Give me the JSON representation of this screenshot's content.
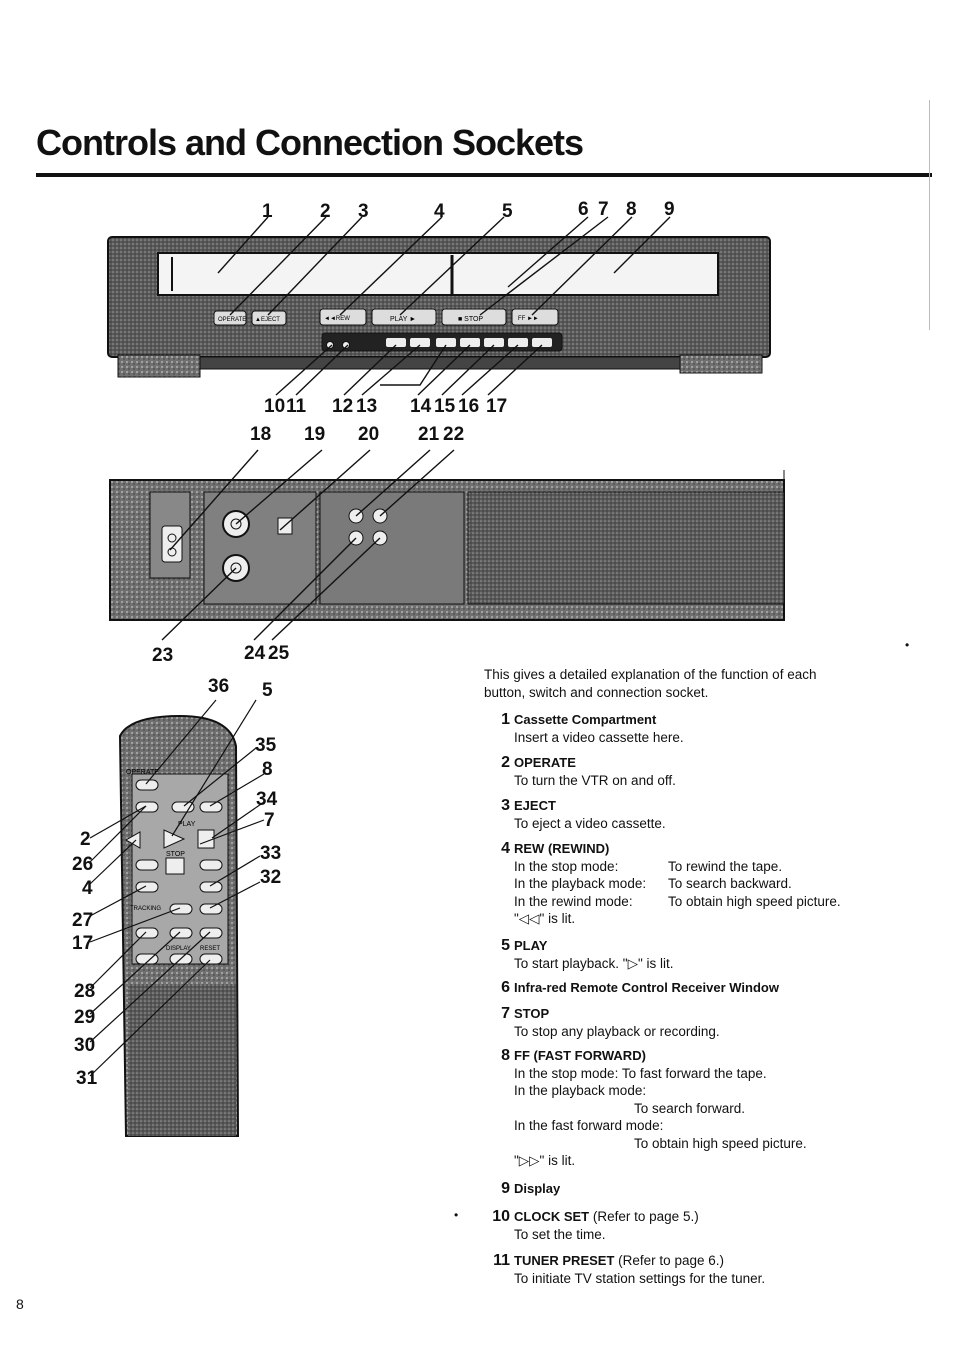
{
  "page": {
    "title": "Controls and Connection Sockets",
    "page_number": "8"
  },
  "front_panel": {
    "buttons": {
      "operate": "OPERATE",
      "eject": "▲EJECT",
      "rewind": "◄◄REW",
      "play": "PLAY ►",
      "stop": "■ STOP",
      "ff": "FF ►►"
    },
    "callouts_top": [
      "1",
      "2",
      "3",
      "4",
      "5",
      "6",
      "7",
      "8",
      "9"
    ],
    "callouts_bottom": [
      "10",
      "11",
      "12",
      "13",
      "14",
      "15",
      "16",
      "17"
    ]
  },
  "rear_panel": {
    "callouts_top": [
      "18",
      "19",
      "20",
      "21",
      "22"
    ],
    "callouts_bottom": [
      "23",
      "24",
      "25"
    ]
  },
  "remote": {
    "labels": {
      "operate": "OPERATE",
      "play": "PLAY",
      "stop": "STOP",
      "tracking": "TRACKING",
      "display": "DISPLAY",
      "reset": "RESET"
    },
    "callouts_top": [
      "36",
      "5"
    ],
    "callouts_right": [
      "35",
      "8",
      "34",
      "7",
      "33",
      "32"
    ],
    "callouts_left": [
      "2",
      "26",
      "4",
      "27",
      "17",
      "28",
      "29",
      "30",
      "31"
    ]
  },
  "intro": "This gives a detailed explanation of the function of each button, switch and connection socket.",
  "items": [
    {
      "num": "1",
      "head": "Cassette Compartment",
      "desc": "Insert a video cassette here."
    },
    {
      "num": "2",
      "head": "OPERATE",
      "desc": "To turn the VTR on and off."
    },
    {
      "num": "3",
      "head": "EJECT",
      "desc": "To eject a video cassette."
    },
    {
      "num": "4",
      "head": "REW (REWIND)",
      "modes": [
        {
          "k": "In the stop mode:",
          "v": "To rewind the tape."
        },
        {
          "k": "In the playback mode:",
          "v": "To search backward."
        },
        {
          "k": "In the rewind mode:",
          "v": "To obtain high speed picture."
        }
      ],
      "note": "\"◁◁\" is lit."
    },
    {
      "num": "5",
      "head": "PLAY",
      "desc": "To start playback. \"▷\" is lit."
    },
    {
      "num": "6",
      "head": "Infra-red Remote Control Receiver Window"
    },
    {
      "num": "7",
      "head": "STOP",
      "desc": "To stop any playback or recording."
    },
    {
      "num": "8",
      "head": "FF (FAST FORWARD)",
      "lines": [
        "In the stop mode: To fast forward the tape.",
        "In the playback mode:",
        "To search forward.",
        "In the fast forward mode:",
        "To obtain high speed picture.",
        "\"▷▷\" is lit."
      ]
    },
    {
      "num": "9",
      "head": "Display"
    },
    {
      "num": "10",
      "head": "CLOCK SET",
      "ref": "(Refer to page 5.)",
      "desc": "To set the time."
    },
    {
      "num": "11",
      "head": "TUNER PRESET",
      "ref": "(Refer to page 6.)",
      "desc": "To initiate TV station settings for the tuner."
    }
  ]
}
